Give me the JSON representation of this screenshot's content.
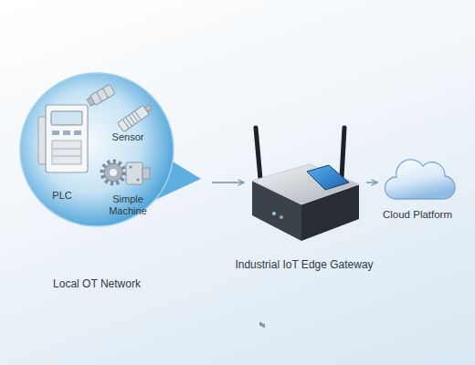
{
  "diagram": {
    "nodes": [
      {
        "text": [
          "Local OT Network"
        ]
      },
      {
        "text": [
          "PLC"
        ],
        "in": 0
      },
      {
        "text": [
          "Sensor"
        ],
        "in": 0
      },
      {
        "text": [
          "Simple Machine"
        ],
        "in": 0
      },
      {
        "text": [
          "Industrial IoT Edge Gateway"
        ]
      },
      {
        "text": [
          "Cloud Platform"
        ]
      }
    ],
    "edges": [
      {
        "from": 0,
        "to": 4,
        "arrow": "to"
      },
      {
        "from": 4,
        "to": 5,
        "arrow": "to"
      }
    ]
  }
}
